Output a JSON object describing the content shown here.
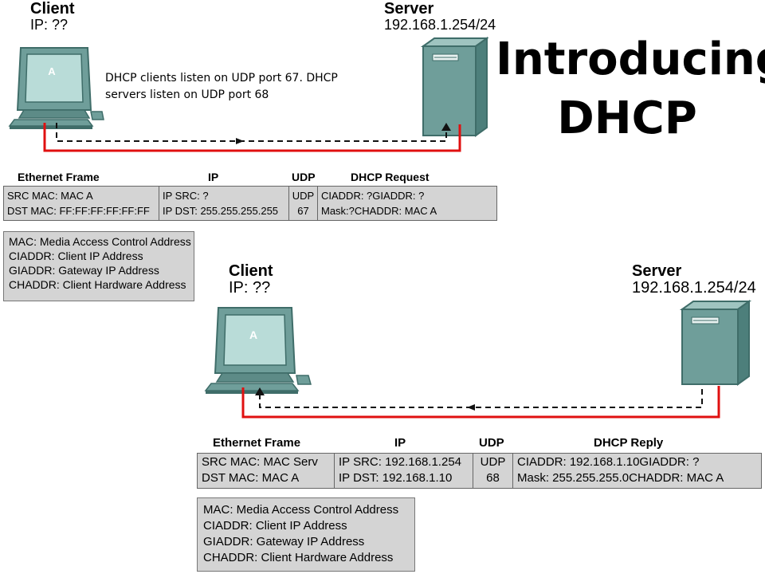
{
  "title": {
    "line1": "Introducing",
    "line2": "DHCP"
  },
  "note": {
    "line1": "DHCP clients listen on UDP port 67. DHCP",
    "line2": "servers listen on UDP port 68"
  },
  "request": {
    "client_label": "Client",
    "client_ip": "IP: ??",
    "client_screen_letter": "A",
    "server_label": "Server",
    "server_ip": "192.168.1.254/24",
    "headers": {
      "eth": "Ethernet Frame",
      "ip": "IP",
      "udp": "UDP",
      "payload": "DHCP Request"
    },
    "eth": [
      "SRC MAC: MAC A",
      "DST MAC: FF:FF:FF:FF:FF:FF"
    ],
    "ip": [
      "IP SRC: ?",
      "IP DST: 255.255.255.255"
    ],
    "udp": [
      "UDP",
      "67"
    ],
    "payload": {
      "ciaddr": "CIADDR: ?",
      "giaddr": "GIADDR: ?",
      "mask": "Mask:?",
      "chaddr": "CHADDR: MAC A"
    },
    "legend": [
      "MAC: Media Access Control Address",
      "CIADDR: Client IP Address",
      "GIADDR: Gateway IP Address",
      "CHADDR: Client Hardware Address"
    ]
  },
  "reply": {
    "client_label": "Client",
    "client_ip": "IP: ??",
    "client_screen_letter": "A",
    "server_label": "Server",
    "server_ip": "192.168.1.254/24",
    "headers": {
      "eth": "Ethernet Frame",
      "ip": "IP",
      "udp": "UDP",
      "payload": "DHCP Reply"
    },
    "eth": [
      "SRC MAC: MAC Serv",
      "DST MAC: MAC A"
    ],
    "ip": [
      "IP SRC: 192.168.1.254",
      "IP DST: 192.168.1.10"
    ],
    "udp": [
      "UDP",
      "68"
    ],
    "payload": {
      "ciaddr": "CIADDR: 192.168.1.10",
      "giaddr": "GIADDR: ?",
      "mask": "Mask: 255.255.255.0",
      "chaddr": "CHADDR: MAC A"
    },
    "legend": [
      "MAC: Media Access Control Address",
      "CIADDR: Client IP Address",
      "GIADDR: Gateway IP Address",
      "CHADDR: Client Hardware Address"
    ]
  },
  "colors": {
    "link": "#e01010",
    "device": "#6f9e9a",
    "device_dark": "#3f6d69",
    "cell_bg": "#d4d4d4"
  },
  "icons": {
    "client": "computer-icon",
    "server": "server-tower-icon",
    "arrow": "dashed-arrow-icon"
  }
}
